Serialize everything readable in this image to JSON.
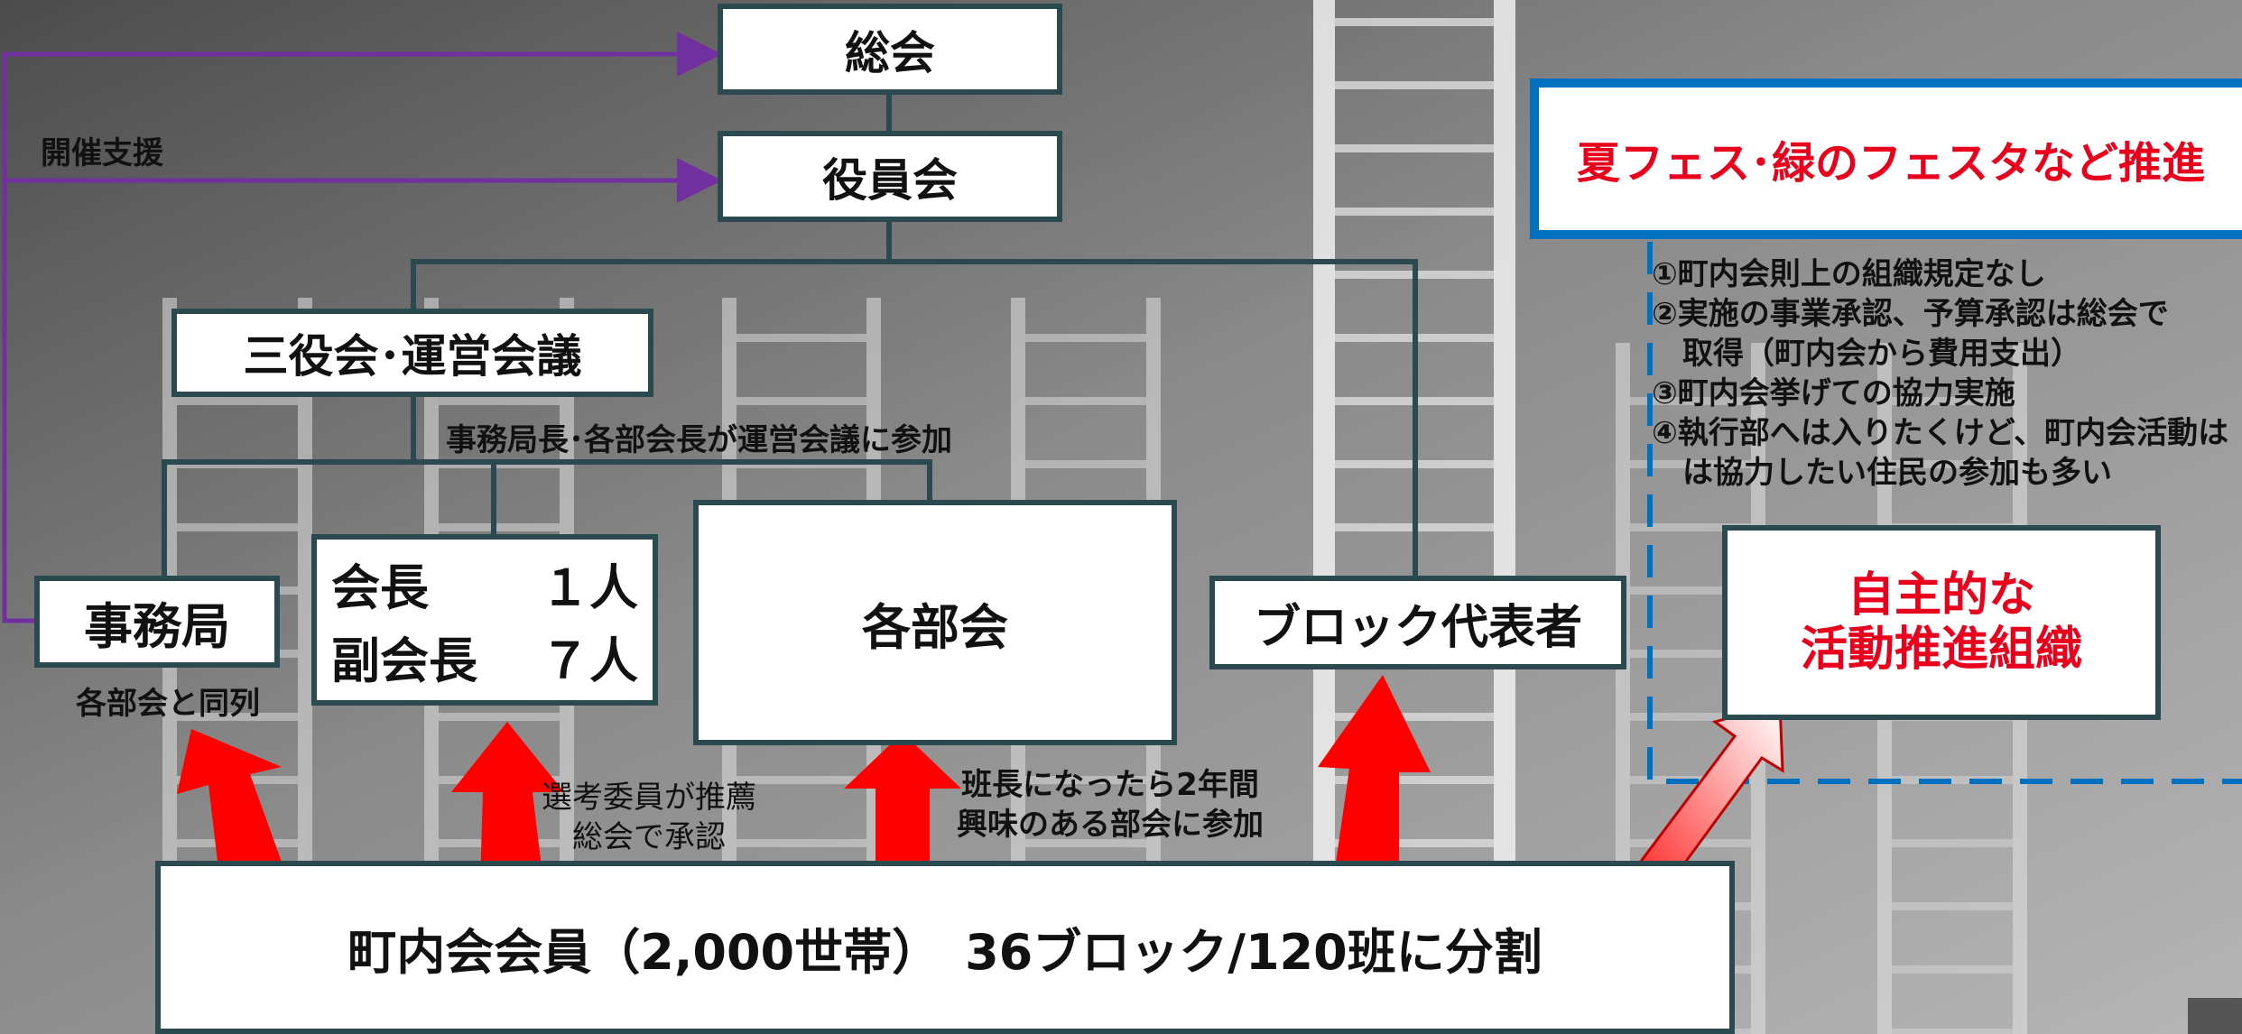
{
  "nodes": {
    "soukai": "総会",
    "yakuinkai": "役員会",
    "sanyakukai": "三役会･運営会議",
    "jimukyoku": "事務局",
    "kaicho_label": "会長",
    "kaicho_count": "１人",
    "fukukaicho_label": "副会長",
    "fukukaicho_count": "７人",
    "kakubukai": "各部会",
    "block_rep": "ブロック代表者",
    "members": "町内会会員（2,000世帯）　36ブロック/120班に分割"
  },
  "annotations": {
    "kaisai_shien": "開催支援",
    "unei_sanka": "事務局長･各部会長が運営会議に参加",
    "jimukyoku_note": "各部会と同列",
    "senkou_line1": "選考委員が推薦",
    "senkou_line2": "総会で承認",
    "hancho_line1": "班長になったら2年間",
    "hancho_line2": "興味のある部会に参加"
  },
  "side_panel": {
    "banner": "夏フェス･緑のフェスタなど推進",
    "notes": [
      "①町内会則上の組織規定なし",
      "②実施の事業承認、予算承認は総会で",
      "　取得（町内会から費用支出）",
      "③町内会挙げての協力実施",
      "④執行部へは入りたくけど、町内会活動は",
      "　は協力したい住民の参加も多い"
    ],
    "voluntary_line1": "自主的な",
    "voluntary_line2": "活動推進組織"
  },
  "colors": {
    "box_border": "#2b4a4f",
    "purple_arrow": "#7030a0",
    "red_arrow": "#ff0000",
    "blue_accent": "#0070c0",
    "red_text": "#e8001c"
  }
}
